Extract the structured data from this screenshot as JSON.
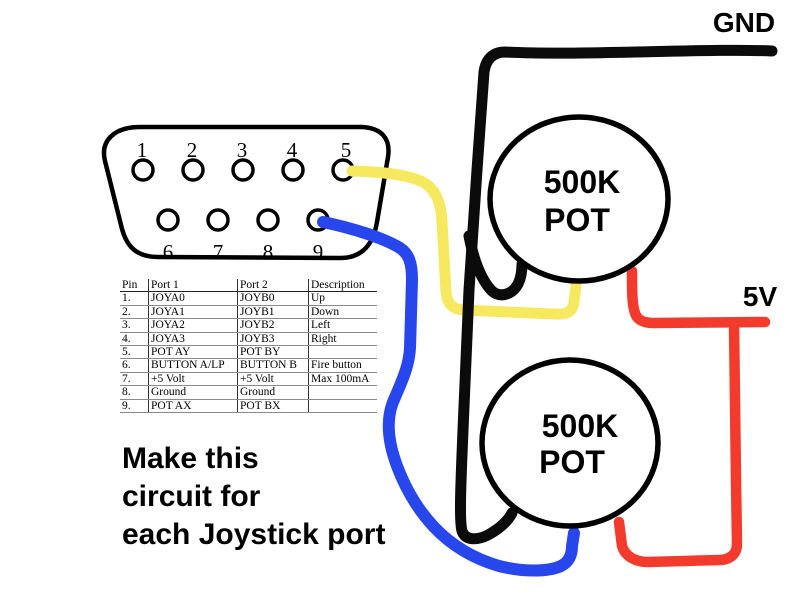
{
  "labels": {
    "gnd": "GND",
    "five_v": "5V"
  },
  "note": {
    "line1": "Make this",
    "line2": "circuit for",
    "line3": "each Joystick port"
  },
  "pot_top": {
    "value": "500K",
    "type": "POT"
  },
  "pot_bottom": {
    "value": "500K",
    "type": "POT"
  },
  "connector": {
    "top_pins": [
      "1",
      "2",
      "3",
      "4",
      "5"
    ],
    "bottom_pins": [
      "6",
      "7",
      "8",
      "9"
    ]
  },
  "pinout_table": {
    "headers": [
      "Pin",
      "Port 1",
      "Port 2",
      "Description"
    ],
    "rows": [
      [
        "1.",
        "JOYA0",
        "JOYB0",
        "Up"
      ],
      [
        "2.",
        "JOYA1",
        "JOYB1",
        "Down"
      ],
      [
        "3.",
        "JOYA2",
        "JOYB2",
        "Left"
      ],
      [
        "4.",
        "JOYA3",
        "JOYB3",
        "Right"
      ],
      [
        "5.",
        "POT AY",
        "POT BY",
        ""
      ],
      [
        "6.",
        "BUTTON A/LP",
        "BUTTON B",
        "Fire button"
      ],
      [
        "7.",
        "+5 Volt",
        "+5 Volt",
        "Max 100mA"
      ],
      [
        "8.",
        "Ground",
        "Ground",
        ""
      ],
      [
        "9.",
        "POT AX",
        "POT BX",
        ""
      ]
    ]
  },
  "colors": {
    "wire_gnd": "#0b0b0b",
    "wire_pot_y": "#f6e960",
    "wire_pot_x": "#2746ec",
    "wire_5v": "#f23b2d",
    "ink": "#000000"
  }
}
